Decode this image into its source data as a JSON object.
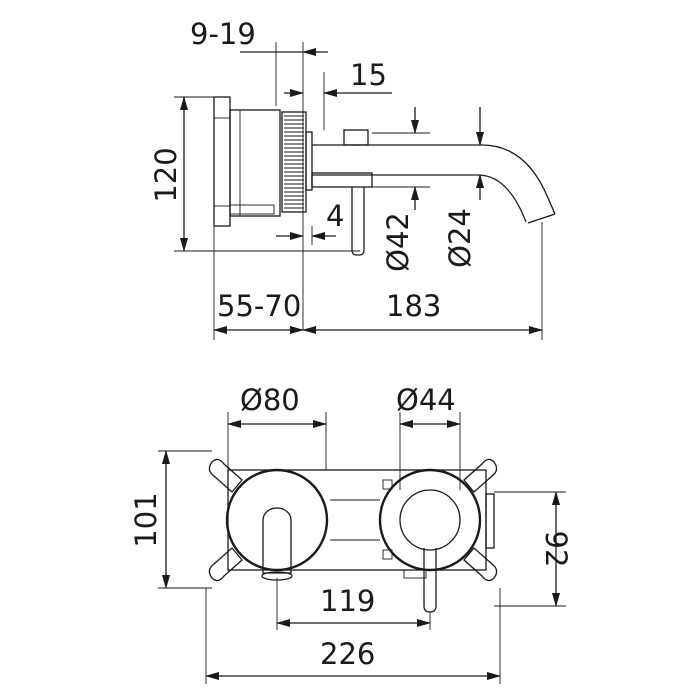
{
  "side_view": {
    "dims": {
      "offset_range": "9-19",
      "plate_depth": "15",
      "height": "120",
      "gap": "4",
      "lever_diameter": "Ø42",
      "spout_diameter": "Ø24",
      "wall_depth_range": "55-70",
      "spout_reach": "183"
    }
  },
  "front_view": {
    "dims": {
      "spout_rosette_diameter": "Ø80",
      "lever_rosette_diameter": "Ø44",
      "box_height": "101",
      "rosette_height": "92",
      "center_distance": "119",
      "total_width": "226"
    }
  },
  "colors": {
    "line": "#1a1a1a",
    "background": "#ffffff"
  }
}
